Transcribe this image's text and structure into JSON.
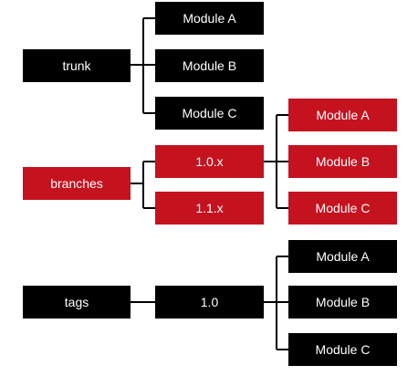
{
  "colors": {
    "dark": "#000000",
    "accent": "#c5121f"
  },
  "trunk": {
    "label": "trunk",
    "modules": [
      "Module A",
      "Module B",
      "Module C"
    ]
  },
  "branches": {
    "label": "branches",
    "versions": [
      "1.0.x",
      "1.1.x"
    ],
    "modules": [
      "Module A",
      "Module B",
      "Module C"
    ]
  },
  "tags": {
    "label": "tags",
    "versions": [
      "1.0"
    ],
    "modules": [
      "Module A",
      "Module B",
      "Module C"
    ]
  }
}
